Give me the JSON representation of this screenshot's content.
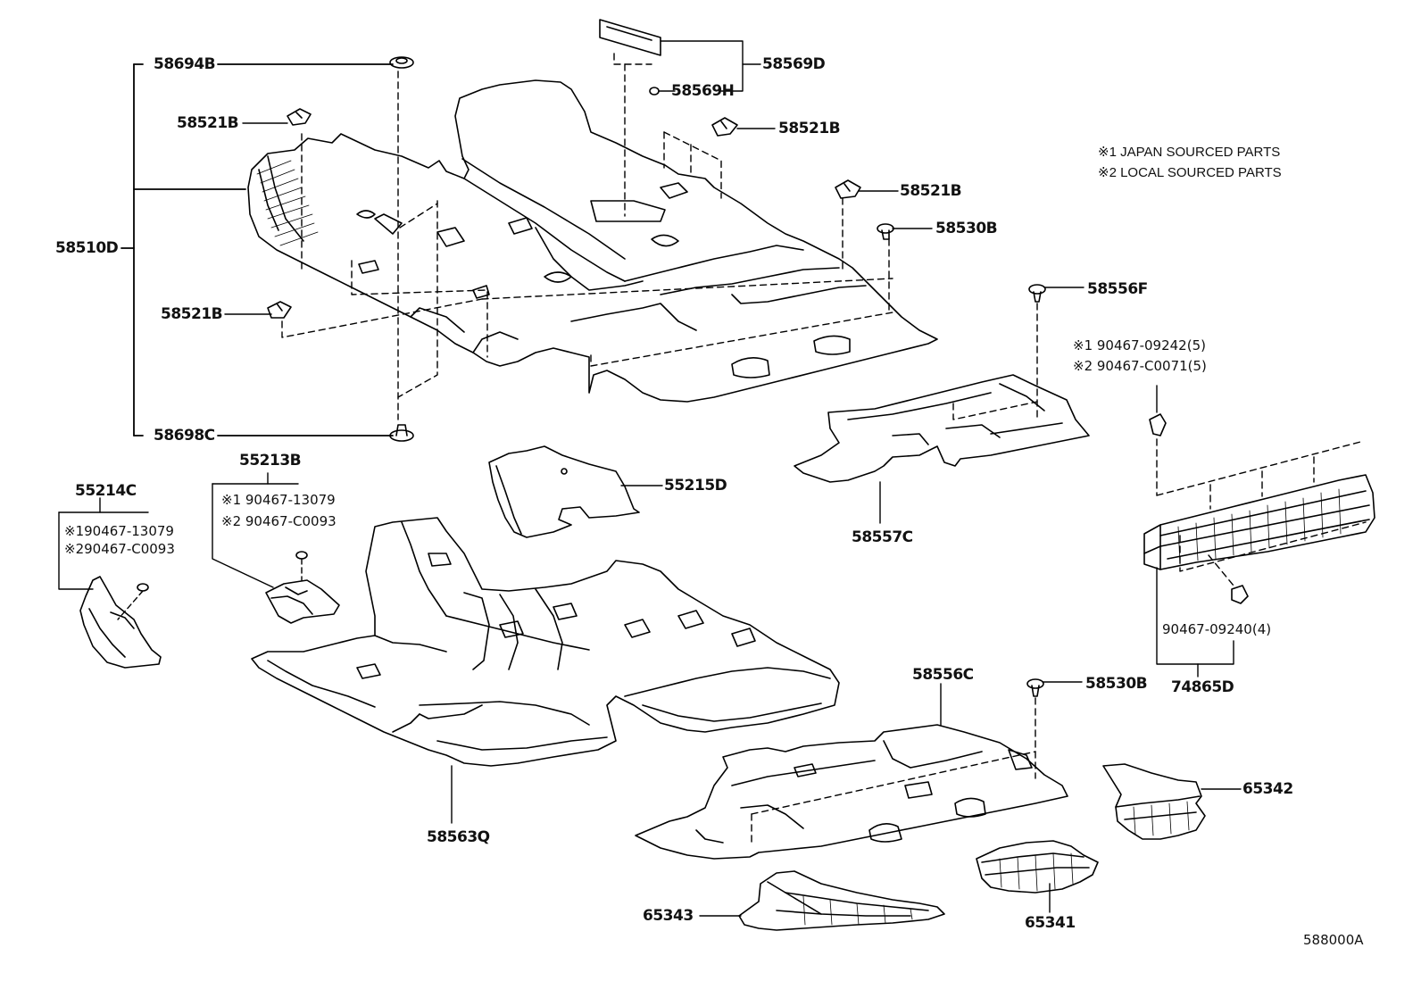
{
  "notes": [
    "※1 JAPAN SOURCED PARTS",
    "※2 LOCAL SOURCED PARTS"
  ],
  "parts": {
    "p58694B": "58694B",
    "p58569D": "58569D",
    "p58569H": "58569H",
    "p58521B_a": "58521B",
    "p58521B_b": "58521B",
    "p58521B_c": "58521B",
    "p58521B_d": "58521B",
    "p58510D": "58510D",
    "p58530B_a": "58530B",
    "p58556F": "58556F",
    "p58698C": "58698C",
    "p55213B": "55213B",
    "p55215D": "55215D",
    "p55214C": "55214C",
    "p58557C": "58557C",
    "p90467_09242": "※1  90467-09242(5)",
    "p90467_C0071": "※2  90467-C0071(5)",
    "p90467_13079_a": "※1  90467-13079",
    "p90467_C0093_a": "※2  90467-C0093",
    "p90467_13079_b": "※190467-13079",
    "p90467_C0093_b": "※290467-C0093",
    "p90467_09240": "90467-09240(4)",
    "p74865D": "74865D",
    "p58556C": "58556C",
    "p58530B_b": "58530B",
    "p58563Q": "58563Q",
    "p65342": "65342",
    "p65343": "65343",
    "p65341": "65341"
  },
  "illustration_code": "588000A"
}
